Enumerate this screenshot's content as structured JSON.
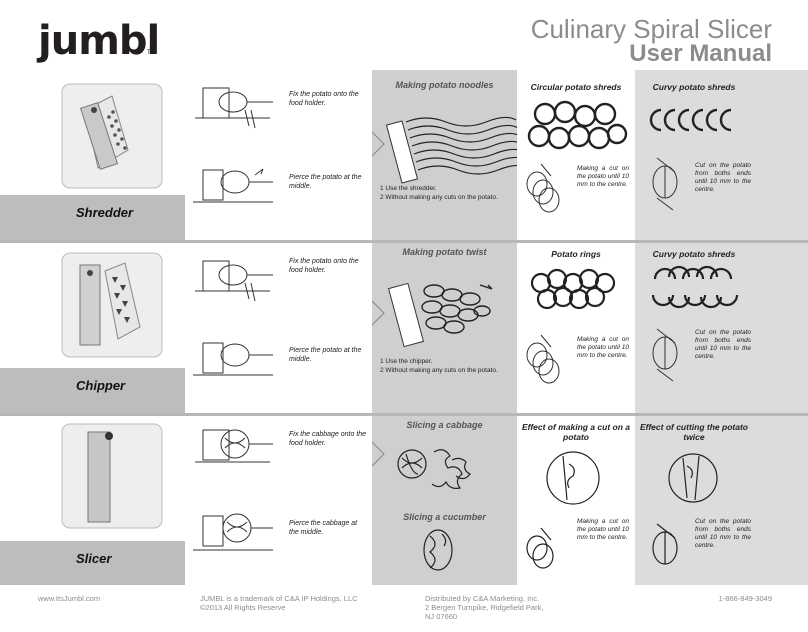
{
  "header": {
    "logo": "jumbl",
    "logo_tm": "TM",
    "title_line1": "Culinary Spiral Slicer",
    "title_line2": "User Manual"
  },
  "rows": [
    {
      "blade": "Shredder",
      "step1": "Fix the potato onto the food holder.",
      "step2": "Pierce the potato at the middle.",
      "making_title": "Making potato noodles",
      "notes": [
        "1 Use the shredder.",
        "2 Without making any cuts on the potato."
      ],
      "col1_title": "Circular potato shreds",
      "col1_note": "Making a cut on the potato until 10 mm to the centre.",
      "col2_title": "Curvy potato shreds",
      "col2_note": "Cut on the potato from boths ends until 10 mm to the centre."
    },
    {
      "blade": "Chipper",
      "step1": "Fix the potato onto the food holder.",
      "step2": "Pierce the potato at the middle.",
      "making_title": "Making potato twist",
      "notes": [
        "1 Use the chipper.",
        "2 Without making any cuts on the potato."
      ],
      "col1_title": "Potato rings",
      "col1_note": "Making a cut on the potato until 10 mm to the centre.",
      "col2_title": "Curvy potato shreds",
      "col2_note": "Cut on the potato from boths ends until 10 mm to the centre."
    },
    {
      "blade": "Slicer",
      "step1": "Fix the cabbage onto the food holder.",
      "step2": "Pierce the cabbage at the middle.",
      "making_title": "Slicing a cabbage",
      "making_title2": "Slicing a cucumber",
      "col1_title": "Effect of making a cut on a potato",
      "col1_note": "Making a cut on the potato until 10 mm to the centre.",
      "col2_title": "Effect of cutting the potato twice",
      "col2_note": "Cut on the potato from boths ends until 10 mm to the centre."
    }
  ],
  "footer": {
    "website": "www.ItsJumbl.com",
    "trademark_line1": "JUMBL is a trademark of C&A IP Holdings, LLC",
    "trademark_line2": "©2013 All Rights Reserve",
    "distributor_line1": "Distributed by C&A Marketing, Inc.",
    "distributor_line2": "2 Bergen Turnpike, Ridgefield Park,",
    "distributor_line3": "NJ 07660",
    "phone": "1-866-849-3049"
  }
}
